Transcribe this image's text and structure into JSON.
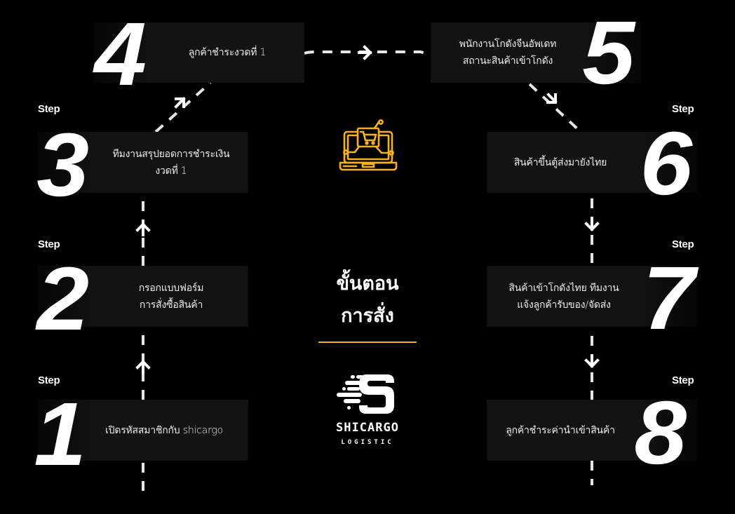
{
  "title": {
    "line1": "ขั้นตอน",
    "line2": "การสั่ง",
    "underline_color": "#f5b21a"
  },
  "icon": {
    "name": "laptop-shopping-cart-icon",
    "color": "#f5b21a"
  },
  "logo": {
    "name": "SHICARGO",
    "sub": "LOGISTIC"
  },
  "step_label": "Step",
  "steps": [
    {
      "number": "1",
      "text": "เปิดรหัสสมาชิกกับ shicargo"
    },
    {
      "number": "2",
      "text": "กรอกแบบฟอร์ม\nการสั่งซื้อสินค้า"
    },
    {
      "number": "3",
      "text": "ทีมงานสรุปยอดการชำระเงิน\nงวดที่ 1"
    },
    {
      "number": "4",
      "text": "ลูกค้าชำระงวดที่ 1"
    },
    {
      "number": "5",
      "text": "พนักงานโกดังจีนอัพเดท\nสถานะสินค้าเข้าโกดัง"
    },
    {
      "number": "6",
      "text": "สินค้าขึ้นตู้ส่งมายังไทย"
    },
    {
      "number": "7",
      "text": "สินค้าเข้าโกดังไทย ทีมงาน\nแจ้งลูกค้ารับของ/จัดส่ง"
    },
    {
      "number": "8",
      "text": "ลูกค้าชำระค่านำเข้าสินค้า"
    }
  ],
  "colors": {
    "background": "#000000",
    "card": "#131313",
    "connector": "#e6e6e6",
    "accent": "#f5b21a"
  }
}
